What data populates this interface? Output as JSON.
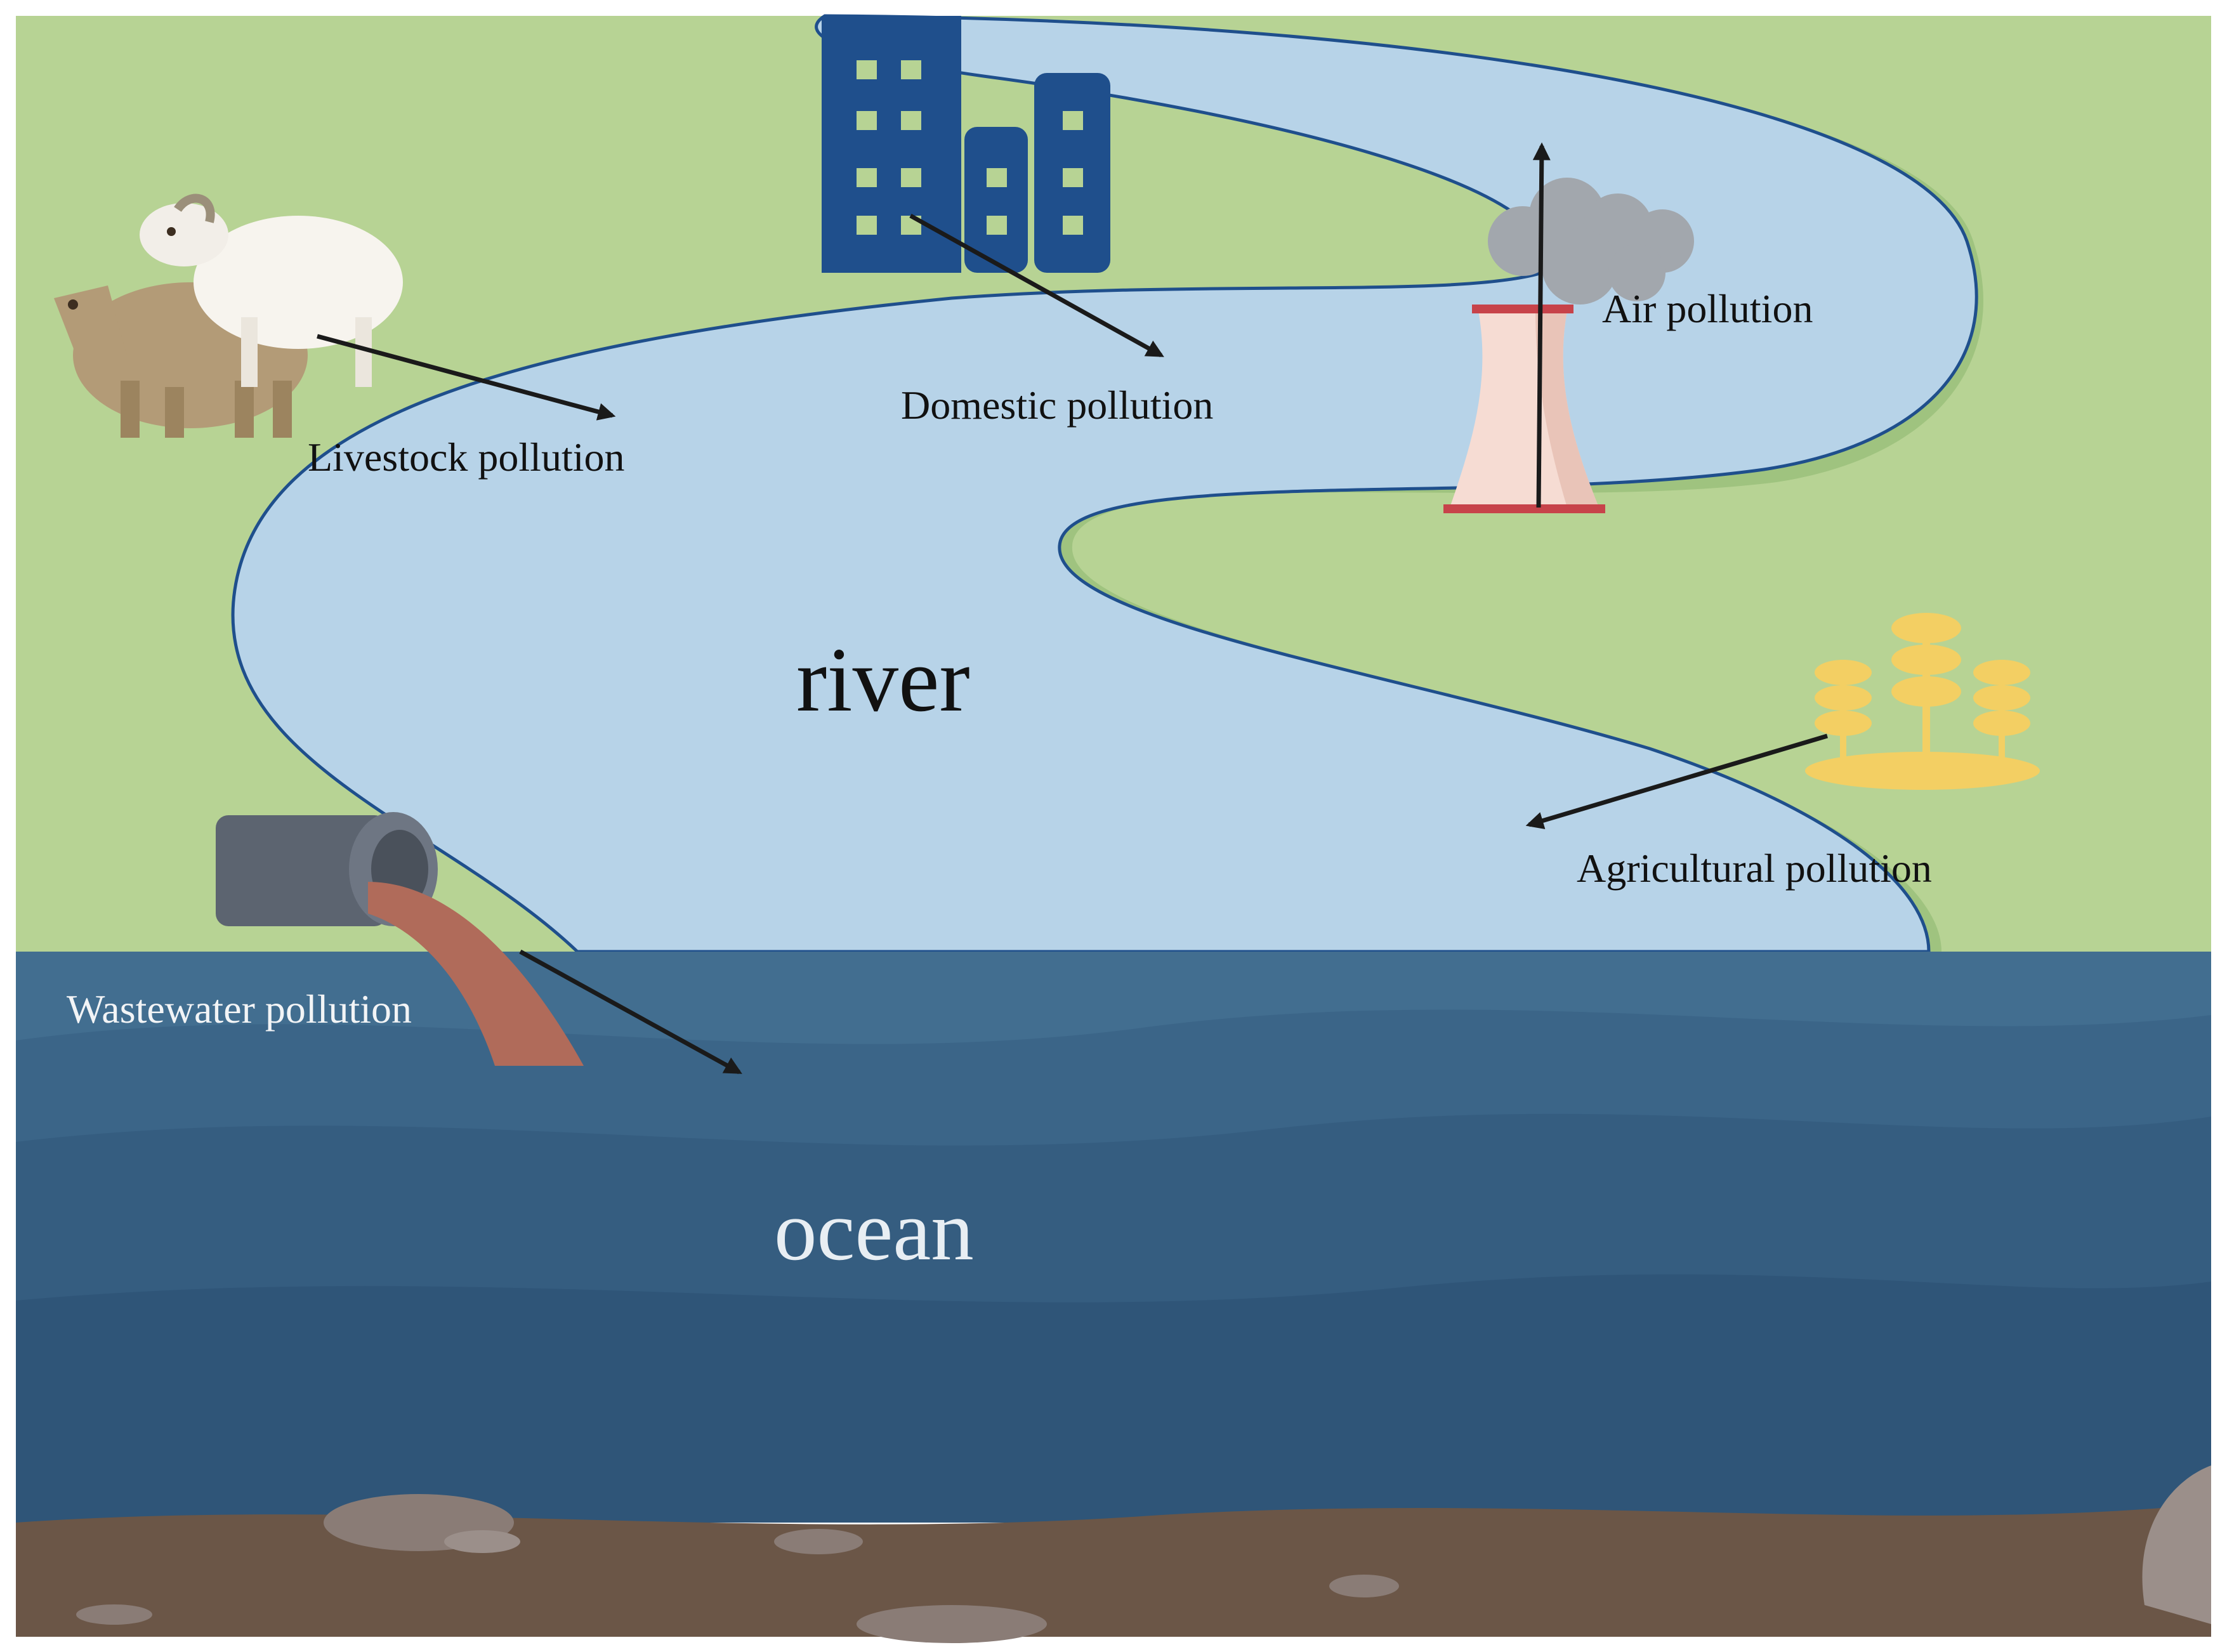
{
  "labels": {
    "livestock": "Livestock pollution",
    "domestic": "Domestic pollution",
    "air": "Air pollution",
    "agricultural": "Agricultural pollution",
    "wastewater": "Wastewater pollution",
    "river": "river",
    "ocean": "ocean"
  },
  "colors": {
    "land": "#b7d394",
    "river": "#b7d3e8",
    "river_edge": "#1f4f8c",
    "ocean_top": "#426e90",
    "ocean_deep": "#2f5578",
    "seabed": "#6b5647",
    "buildings": "#1f4f8c",
    "crops": "#f3cf63",
    "arrow": "#1a1a1a"
  },
  "icons": [
    "cow-icon",
    "sheep-icon",
    "buildings-icon",
    "cooling-tower-icon",
    "smoke-cloud-icon",
    "wheat-crop-icon",
    "drain-pipe-icon",
    "rock-icon"
  ]
}
